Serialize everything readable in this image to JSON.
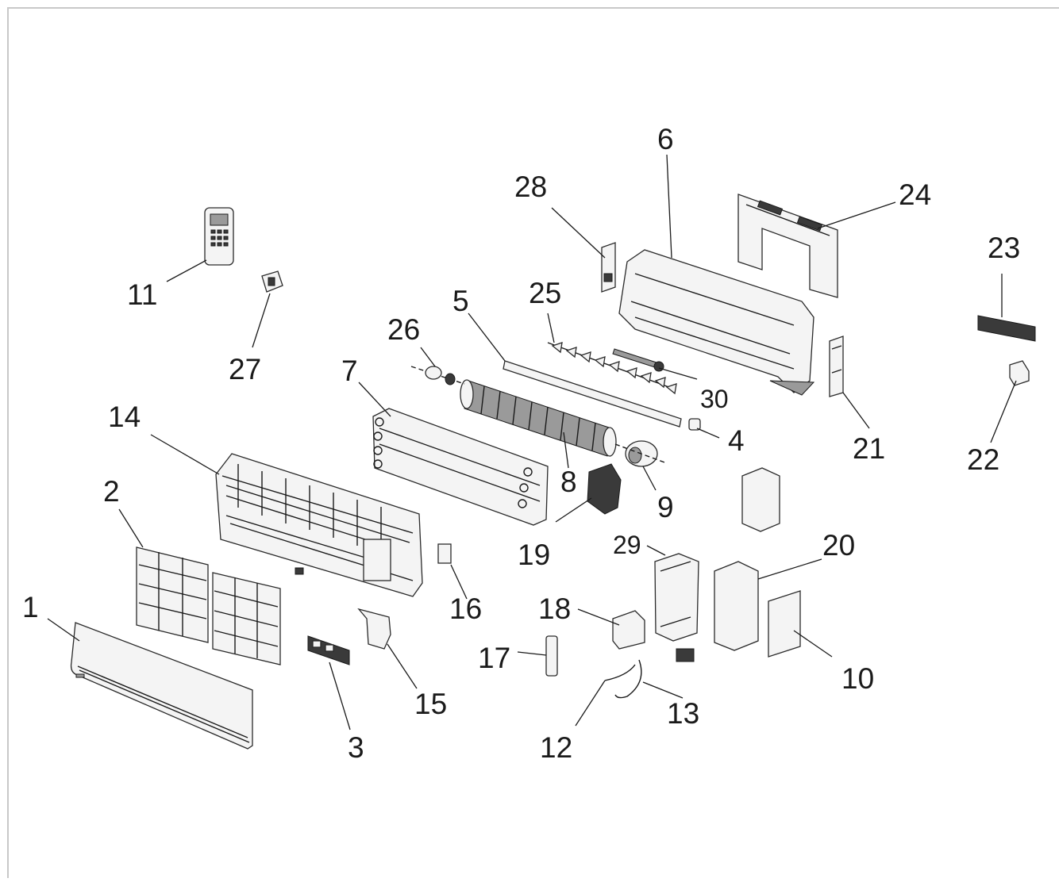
{
  "diagram": {
    "border_color": "#c8c8c8",
    "ink_color": "#1a1a1a",
    "callouts": [
      {
        "id": "1",
        "label": "1"
      },
      {
        "id": "2",
        "label": "2"
      },
      {
        "id": "3",
        "label": "3"
      },
      {
        "id": "4",
        "label": "4"
      },
      {
        "id": "5",
        "label": "5"
      },
      {
        "id": "6",
        "label": "6"
      },
      {
        "id": "7",
        "label": "7"
      },
      {
        "id": "8",
        "label": "8"
      },
      {
        "id": "9",
        "label": "9"
      },
      {
        "id": "10",
        "label": "10"
      },
      {
        "id": "11",
        "label": "11"
      },
      {
        "id": "12",
        "label": "12"
      },
      {
        "id": "13",
        "label": "13"
      },
      {
        "id": "14",
        "label": "14"
      },
      {
        "id": "15",
        "label": "15"
      },
      {
        "id": "16",
        "label": "16"
      },
      {
        "id": "17",
        "label": "17"
      },
      {
        "id": "18",
        "label": "18"
      },
      {
        "id": "19",
        "label": "19"
      },
      {
        "id": "20",
        "label": "20"
      },
      {
        "id": "21",
        "label": "21"
      },
      {
        "id": "22",
        "label": "22"
      },
      {
        "id": "23",
        "label": "23"
      },
      {
        "id": "24",
        "label": "24"
      },
      {
        "id": "25",
        "label": "25"
      },
      {
        "id": "26",
        "label": "26"
      },
      {
        "id": "27",
        "label": "27"
      },
      {
        "id": "28",
        "label": "28"
      },
      {
        "id": "29",
        "label": "29"
      },
      {
        "id": "30",
        "label": "30"
      }
    ]
  }
}
